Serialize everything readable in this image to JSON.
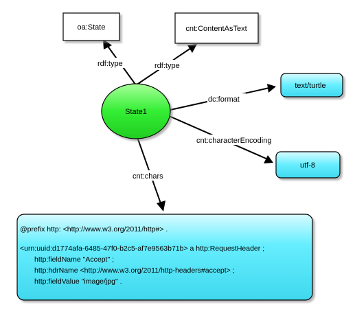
{
  "nodes": {
    "state1": {
      "label": "State1",
      "color": "#33ee33"
    },
    "oa_state": {
      "label": "oa:State",
      "color": "#ffffff"
    },
    "content_as_text": {
      "label": "cnt:ContentAsText",
      "color": "#ffffff"
    },
    "text_turtle": {
      "label": "text/turtle",
      "color": "#66eeff"
    },
    "utf8": {
      "label": "utf-8",
      "color": "#66eeff"
    }
  },
  "edges": {
    "rdf_type_1": "rdf:type",
    "rdf_type_2": "rdf:type",
    "dc_format": "dc:format",
    "character_encoding": "cnt:characterEncoding",
    "chars": "cnt:chars"
  },
  "literal": {
    "color": "#66eeff",
    "line1": "@prefix http: <http://www.w3.org/2011/http#> .",
    "line2": "<urn:uuid:d1774afa-6485-47f0-b2c5-af7e9563b71b> a http:RequestHeader ;",
    "line3": "http:fieldName \"Accept\" ;",
    "line4": "http:hdrName <http://www.w3.org/2011/http-headers#accept> ;",
    "line5": "http:fieldValue \"image/jpg\" ."
  }
}
